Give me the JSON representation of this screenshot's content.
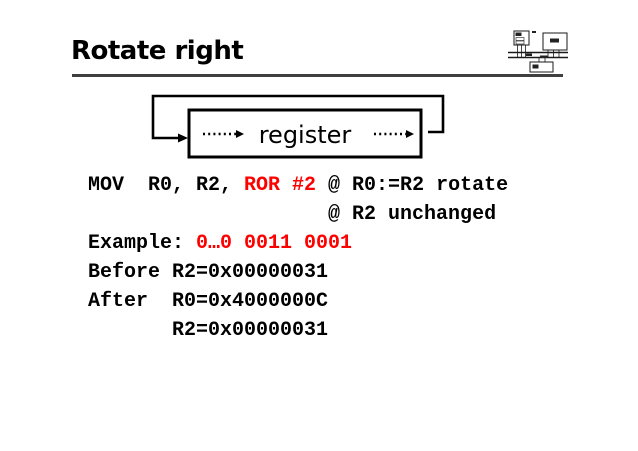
{
  "slide": {
    "title": "Rotate right",
    "diagram": {
      "register_label": "register"
    },
    "code": {
      "lines": [
        [
          {
            "t": "MOV  R0, R2, ",
            "c": "black"
          },
          {
            "t": "ROR #2",
            "c": "red"
          },
          {
            "t": " @ R0:=R2 rotate",
            "c": "black"
          }
        ],
        [
          {
            "t": "                    @ R2 unchanged",
            "c": "black"
          }
        ],
        [
          {
            "t": "Example: ",
            "c": "black"
          },
          {
            "t": "0…0 0011 0001",
            "c": "red"
          }
        ],
        [
          {
            "t": "Before R2=0x00000031",
            "c": "black"
          }
        ],
        [
          {
            "t": "After  R0=0x4000000C",
            "c": "black"
          }
        ],
        [
          {
            "t": "       R2=0x00000031",
            "c": "black"
          }
        ]
      ]
    },
    "colors": {
      "accent_red": "#ff0000",
      "text": "#000000",
      "rule": "#3f3f3f"
    }
  }
}
